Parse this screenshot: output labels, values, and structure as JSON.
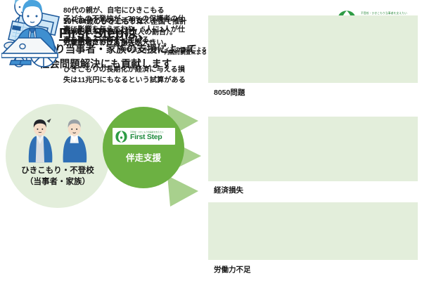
{
  "brand": {
    "tagline": "不登校・ひきこもり当事者を支えたい",
    "name": "First Step",
    "mark_icon": "first-step-swoosh-icon",
    "color": "#1d8a3c"
  },
  "headline": {
    "line1_en": "First Step",
    "line1_jp": "は、",
    "line2": "ひきこもり当事者・家族の支援によって",
    "line3": "社会問題解決にも貢献します"
  },
  "diagram": {
    "source": {
      "label_line1": "ひきこもり・不登校",
      "label_line2": "（当事者・家族）",
      "illustration_icon": "two-people-icon",
      "bg_color": "#e3eedb"
    },
    "support": {
      "badge_tagline": "不登校・ひきこもり当事者を支えたい",
      "badge_name": "First Step",
      "badge_mark_icon": "first-step-swoosh-icon",
      "label": "伴走支援",
      "bg_color": "#6cb142"
    },
    "arrows_icon": "three-green-arrows-icon",
    "arrow_color": "#a8d08d"
  },
  "cards": [
    {
      "caption": "8050問題",
      "illustration_icon": "elderly-person-wheelchair-icon",
      "body": "80代の親が、自宅にひきこもる\n50代の子どもの生活を支え、\n経済的にも精神的にも\n行き詰まってしまう状態",
      "note": "",
      "body2": "",
      "bg_color": "#e3eedb"
    },
    {
      "caption": "経済損失",
      "illustration_icon": "banknotes-and-coins-icon",
      "body": "子どもの不登校が、70%の保護者の仕\n事に影響を与えており、5人に1人が仕\n事を離れる決断をしている。",
      "note": "*NPO法人キーデザインの調査による",
      "body2": "ひきこもりの長期化が経済に与える損\n失は11兆円にもなるという試算がある",
      "bg_color": "#e3eedb"
    },
    {
      "caption": "労働力不足",
      "illustration_icon": "businessman-at-laptop-icon",
      "body": "15〜64歳のひきこもりは、全国で推計\n146万人いる（50人に1人の割合）。\n労働市場における損失が大きい。",
      "note": "*内閣府調査による",
      "body2": "",
      "bg_color": "#e3eedb"
    }
  ]
}
